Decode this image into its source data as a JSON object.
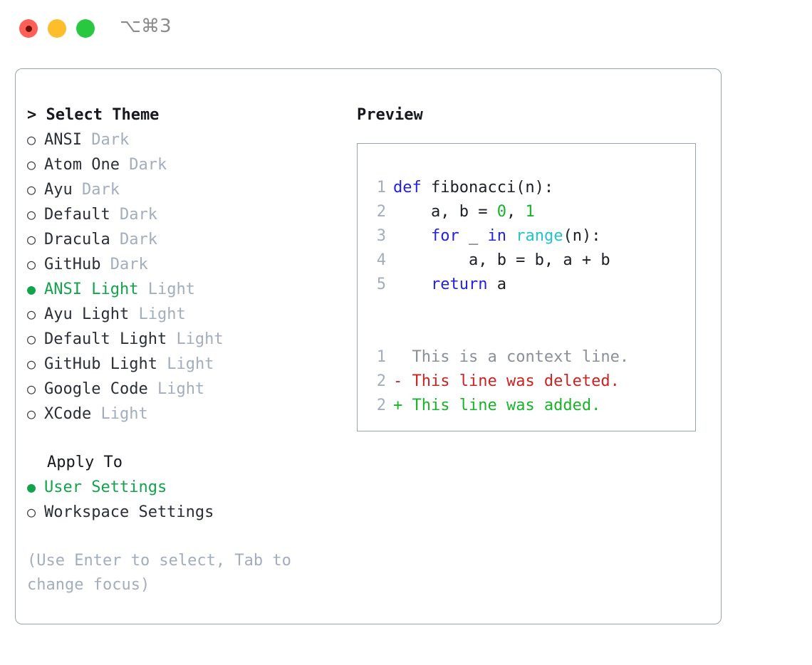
{
  "titlebar": {
    "shortcut": "⌥⌘3",
    "buttons": [
      {
        "name": "close",
        "color": "#ff5f57"
      },
      {
        "name": "minimize",
        "color": "#ffbd2e"
      },
      {
        "name": "maximize",
        "color": "#28c840"
      }
    ]
  },
  "theme_panel": {
    "heading": "> Select Theme",
    "items": [
      {
        "bullet": "○",
        "name": "ANSI",
        "tag": "Dark",
        "selected": false
      },
      {
        "bullet": "○",
        "name": "Atom One",
        "tag": "Dark",
        "selected": false
      },
      {
        "bullet": "○",
        "name": "Ayu",
        "tag": "Dark",
        "selected": false
      },
      {
        "bullet": "○",
        "name": "Default",
        "tag": "Dark",
        "selected": false
      },
      {
        "bullet": "○",
        "name": "Dracula",
        "tag": "Dark",
        "selected": false
      },
      {
        "bullet": "○",
        "name": "GitHub",
        "tag": "Dark",
        "selected": false
      },
      {
        "bullet": "●",
        "name": "ANSI Light",
        "tag": "Light",
        "selected": true
      },
      {
        "bullet": "○",
        "name": "Ayu Light",
        "tag": "Light",
        "selected": false
      },
      {
        "bullet": "○",
        "name": "Default Light",
        "tag": "Light",
        "selected": false
      },
      {
        "bullet": "○",
        "name": "GitHub Light",
        "tag": "Light",
        "selected": false
      },
      {
        "bullet": "○",
        "name": "Google Code",
        "tag": "Light",
        "selected": false
      },
      {
        "bullet": "○",
        "name": "XCode",
        "tag": "Light",
        "selected": false
      }
    ]
  },
  "apply_to": {
    "heading": "Apply To",
    "items": [
      {
        "bullet": "●",
        "name": "User Settings",
        "selected": true
      },
      {
        "bullet": "○",
        "name": "Workspace Settings",
        "selected": false
      }
    ]
  },
  "hint": "(Use Enter to select, Tab to change focus)",
  "preview": {
    "heading": "Preview",
    "code_lines": [
      {
        "num": "1",
        "segments": [
          {
            "text": "def ",
            "style": "kw"
          },
          {
            "text": "fibonacci(n):",
            "style": "plain"
          }
        ]
      },
      {
        "num": "2",
        "segments": [
          {
            "text": "    a, b = ",
            "style": "plain"
          },
          {
            "text": "0",
            "style": "num"
          },
          {
            "text": ", ",
            "style": "plain"
          },
          {
            "text": "1",
            "style": "num"
          }
        ]
      },
      {
        "num": "3",
        "segments": [
          {
            "text": "    ",
            "style": "plain"
          },
          {
            "text": "for",
            "style": "kw"
          },
          {
            "text": " _ ",
            "style": "plain"
          },
          {
            "text": "in",
            "style": "kw"
          },
          {
            "text": " ",
            "style": "plain"
          },
          {
            "text": "range",
            "style": "fn"
          },
          {
            "text": "(n):",
            "style": "plain"
          }
        ]
      },
      {
        "num": "4",
        "segments": [
          {
            "text": "        a, b = b, a + b",
            "style": "plain"
          }
        ]
      },
      {
        "num": "5",
        "segments": [
          {
            "text": "    ",
            "style": "plain"
          },
          {
            "text": "return",
            "style": "kw"
          },
          {
            "text": " a",
            "style": "plain"
          }
        ]
      }
    ],
    "diff_lines": [
      {
        "num": "1",
        "marker": "  ",
        "text": "This is a context line.",
        "kind": "ctx"
      },
      {
        "num": "2",
        "marker": "- ",
        "text": "This line was deleted.",
        "kind": "del"
      },
      {
        "num": "2",
        "marker": "+ ",
        "text": "This line was added.",
        "kind": "add"
      }
    ]
  },
  "colors": {
    "accent_green": "#13a34a",
    "border": "#98a2b3",
    "muted": "#a3adbd",
    "keyword_blue": "#2222dd",
    "function_cyan": "#22c3cc",
    "number_green": "#19b329",
    "diff_red": "#cc2222",
    "diff_green": "#19b329"
  }
}
